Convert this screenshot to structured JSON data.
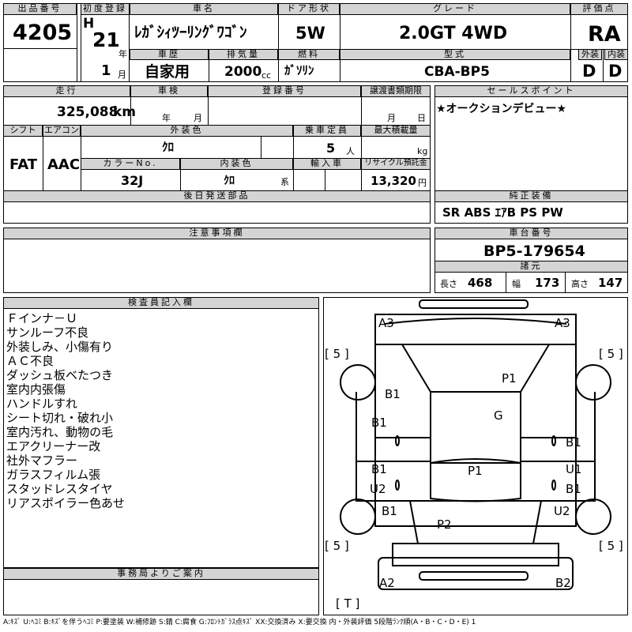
{
  "header": {
    "lot_label": "出品番号",
    "lot": "4205",
    "reg_label": "初度登録",
    "era": "H",
    "year": "21",
    "year_unit": "年",
    "month": "1",
    "month_unit": "月",
    "name_label": "車名",
    "name": "ﾚｶﾞｼｨﾂｰﾘﾝｸﾞﾜｺﾞﾝ",
    "door_label": "ドア形状",
    "door": "5W",
    "grade_label": "グレード",
    "grade": "2.0GT 4WD",
    "score_label": "評価点",
    "score": "RA",
    "history_label": "車歴",
    "history": "自家用",
    "disp_label": "排気量",
    "disp": "2000",
    "disp_unit": "cc",
    "fuel_label": "燃料",
    "fuel": "ｶﾞｿﾘﾝ",
    "model_label": "型式",
    "model": "CBA-BP5",
    "ext_label": "外装",
    "ext": "D",
    "int_label": "内装",
    "int": "D"
  },
  "info": {
    "mileage_label": "走行",
    "mileage": "325,088",
    "mileage_unit": "km",
    "inspect_label": "車検",
    "inspect_year": "年",
    "inspect_month": "月",
    "plate_label": "登録番号",
    "transfer_label": "譲渡書類期限",
    "transfer_month": "月",
    "transfer_day": "日",
    "shift_label": "シフト",
    "shift": "FAT",
    "ac_label": "エアコン",
    "ac": "AAC",
    "color_label": "外装色",
    "color": "ｸﾛ",
    "capacity_label": "乗車定員",
    "capacity": "5",
    "capacity_unit": "人",
    "load_label": "最大積載量",
    "load_unit": "kg",
    "colorno_label": "カラーNo.",
    "colorno": "32J",
    "interior_label": "内装色",
    "interior": "ｸﾛ",
    "interior_unit": "系",
    "import_label": "輸入車",
    "recycle_label": "リサイクル預託金",
    "recycle": "13,320",
    "recycle_unit": "円",
    "later_label": "後日発送部品",
    "notice_label": "注意事項欄"
  },
  "sales": {
    "label": "セールスポイント",
    "text": "★オークションデビュー★"
  },
  "equip": {
    "label": "純正装備",
    "text": "SR ABS ｴｱB PS PW"
  },
  "chassis": {
    "label": "車台番号",
    "text": "BP5-179654"
  },
  "dims": {
    "label": "諸元",
    "len_label": "長さ",
    "len": "468",
    "wid_label": "幅",
    "wid": "173",
    "hgt_label": "高さ",
    "hgt": "147"
  },
  "inspector": {
    "label": "検査員記入欄",
    "lines": [
      "Ｆインナ－Ｕ",
      "サンルーフ不良",
      "外装しみ、小傷有り",
      "ＡＣ不良",
      "ダッシュ板ベたつき",
      "室内内張傷",
      "ハンドルすれ",
      "シート切れ・破れ小",
      "室内汚れ、動物の毛",
      "エアクリーナー改",
      "社外マフラー",
      "ガラスフィルム張",
      "スタッドレスタイヤ",
      "リアスポイラー色あせ"
    ]
  },
  "office": {
    "label": "事務局よりご案内"
  },
  "diagram": {
    "marks": {
      "a3l": "A3",
      "a3r": "A3",
      "p1top": "P1",
      "b1l1": "B1",
      "g": "G",
      "b1l2": "B1",
      "b1r1": "B1",
      "b1l3": "B1",
      "p1mid": "P1",
      "u1r": "U1",
      "u2l": "U2",
      "b1r2": "B1",
      "b1l4": "B1",
      "u2r": "U2",
      "p2": "P2",
      "a2": "A2",
      "b2": "B2"
    },
    "tires": {
      "fl": "[ 5 ]",
      "fr": "[ 5 ]",
      "rl": "[ 5 ]",
      "rr": "[ 5 ]",
      "spare": "[ T ]"
    }
  },
  "legend": "A:ｷｽﾞ U:ﾍｺﾐ B:ｷｽﾞを伴うﾍｺﾐ P:要塗装 W:補修跡 S:錆 C:腐食 G:ﾌﾛﾝﾄｶﾞﾗｽ点ｷｽﾞ XX:交換済み X:要交換 内・外装評価 5段階ﾗﾝｸ順(A・B・C・D・E) 1"
}
